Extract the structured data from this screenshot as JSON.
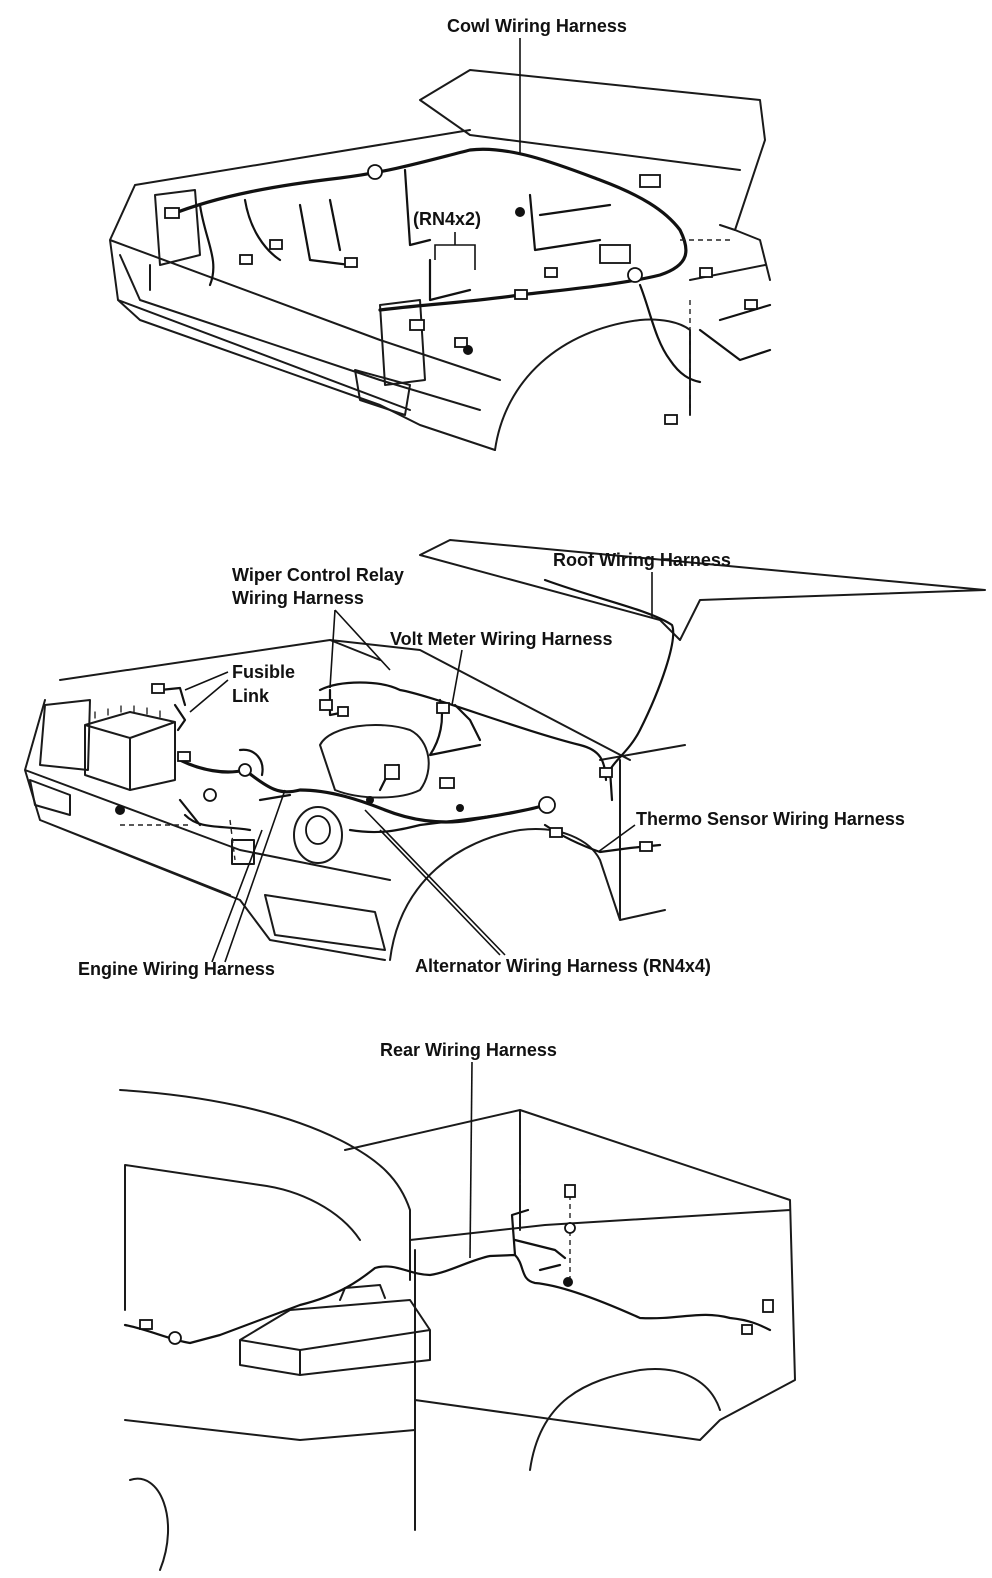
{
  "labels": {
    "cowl": "Cowl Wiring Harness",
    "rn4x2": "(RN4x2)",
    "roof": "Roof Wiring Harness",
    "wiper_line1": "Wiper Control Relay",
    "wiper_line2": "Wiring Harness",
    "volt": "Volt Meter Wiring Harness",
    "fusible_line1": "Fusible",
    "fusible_line2": "Link",
    "thermo": "Thermo Sensor Wiring Harness",
    "engine": "Engine Wiring Harness",
    "alternator": "Alternator Wiring Harness (RN4x4)",
    "rear": "Rear Wiring Harness"
  }
}
